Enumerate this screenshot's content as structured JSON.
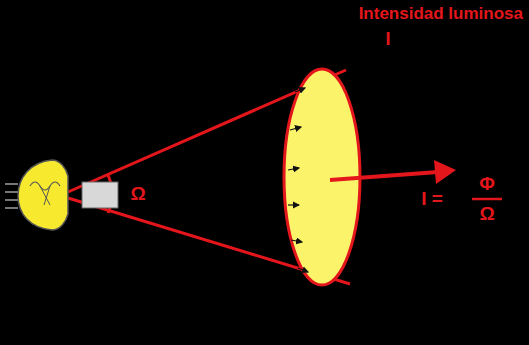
{
  "diagram": {
    "title": "Intensidad luminosa",
    "labels": [
      "I",
      "Ω",
      "I =",
      "Φ",
      "Ω"
    ]
  }
}
